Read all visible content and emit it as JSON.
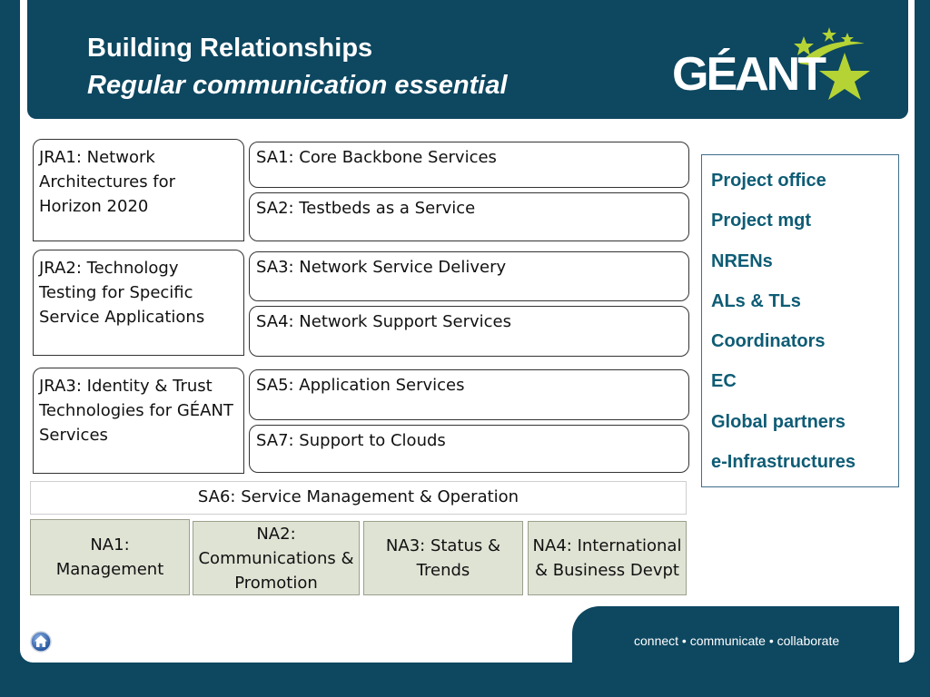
{
  "header": {
    "title": "Building Relationships",
    "subtitle": "Regular communication essential",
    "logo_text": "GÉANT"
  },
  "jra": [
    {
      "label": "JRA1: Network Architectures for Horizon 2020"
    },
    {
      "label": "JRA2: Technology Testing for Specific Service Applications"
    },
    {
      "label": "JRA3: Identity & Trust Technologies for GÉANT Services"
    }
  ],
  "sa": [
    {
      "label": "SA1: Core Backbone Services"
    },
    {
      "label": "SA2: Testbeds as a Service"
    },
    {
      "label": "SA3: Network Service Delivery"
    },
    {
      "label": "SA4: Network Support Services"
    },
    {
      "label": "SA5: Application Services"
    },
    {
      "label": "SA7: Support to Clouds"
    }
  ],
  "sa6": {
    "label": "SA6: Service Management & Operation"
  },
  "na": [
    {
      "label": "NA1: Management"
    },
    {
      "label": "NA2: Communications & Promotion"
    },
    {
      "label": "NA3: Status & Trends"
    },
    {
      "label": "NA4: International & Business Devpt"
    }
  ],
  "roles": [
    "Project office",
    "Project mgt",
    "NRENs",
    "ALs & TLs",
    "Coordinators",
    "EC",
    "Global partners",
    "e-Infrastructures"
  ],
  "footer": {
    "tagline": "connect • communicate • collaborate"
  },
  "colors": {
    "brand_dark": "#0d4760",
    "accent_green": "#b5d334",
    "role_text": "#0e5c75",
    "na_fill": "#dfe3d4"
  },
  "icons": [
    "home-icon",
    "star-icon"
  ]
}
